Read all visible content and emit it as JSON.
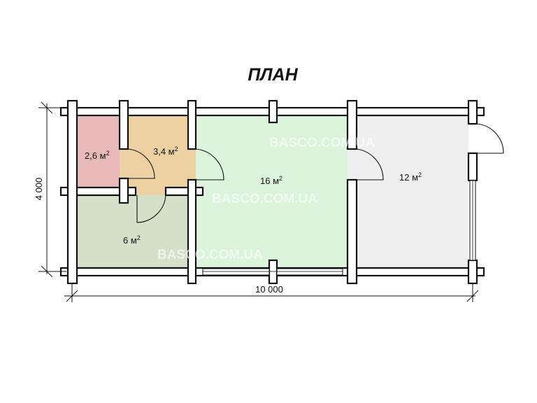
{
  "title": "ПЛАН",
  "rooms": [
    {
      "area": "2,6 м",
      "color": "#e9b9b9"
    },
    {
      "area": "3,4 м",
      "color": "#edd1a2"
    },
    {
      "area": "6 м",
      "color": "#d5e0c9"
    },
    {
      "area": "16 м",
      "color": "#dcf3dc"
    },
    {
      "area": "12 м",
      "color": "#efefef"
    }
  ],
  "unit_exp": "2",
  "dimensions": {
    "height": "4 000",
    "width": "10 000"
  },
  "watermark": "BASCO.COM.UA"
}
